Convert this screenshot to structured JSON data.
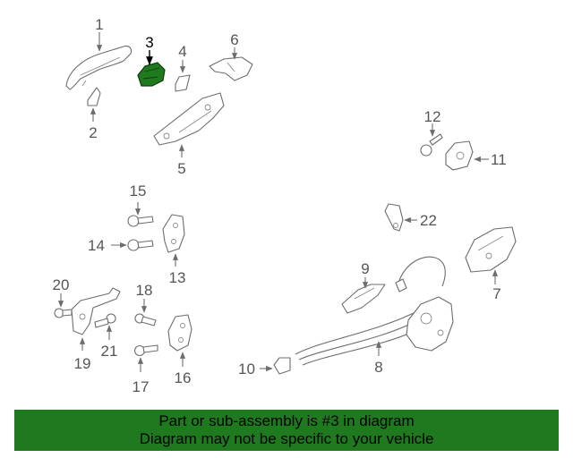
{
  "colors": {
    "highlight": "#1f7a1f",
    "banner_background": "#1f7a1f",
    "line": "#6d6d6d",
    "callout_text": "#555555"
  },
  "callouts": {
    "n1": "1",
    "n2": "2",
    "n3": "3",
    "n4": "4",
    "n5": "5",
    "n6": "6",
    "n7": "7",
    "n8": "8",
    "n9": "9",
    "n10": "10",
    "n11": "11",
    "n12": "12",
    "n13": "13",
    "n14": "14",
    "n15": "15",
    "n16": "16",
    "n17": "17",
    "n18": "18",
    "n19": "19",
    "n20": "20",
    "n21": "21",
    "n22": "22"
  },
  "highlighted_part": "3",
  "banner": {
    "line1": "Part or sub-assembly is #3 in diagram",
    "line2": "Diagram may not be specific to your vehicle"
  }
}
